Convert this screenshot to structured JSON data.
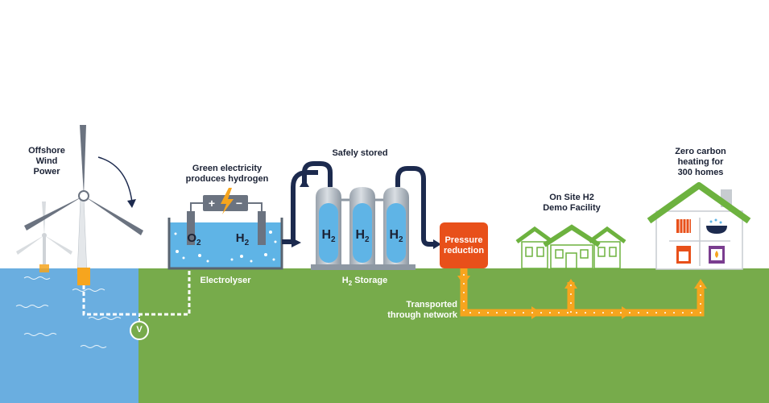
{
  "labels": {
    "wind": "Offshore\nWind\nPower",
    "green_electricity": "Green electricity\nproduces hydrogen",
    "electrolyser": "Electrolyser",
    "safely_stored": "Safely stored",
    "h2_storage": "H",
    "h2_storage_sub": "2",
    "h2_storage_suffix": " Storage",
    "pressure_reduction": "Pressure\nreduction",
    "demo_facility": "On Site H2\nDemo Facility",
    "zero_carbon": "Zero carbon\nheating for\n300 homes",
    "transported": "Transported\nthrough network",
    "valve": "V"
  },
  "chem": {
    "o2": "O",
    "o2_sub": "2",
    "h2": "H",
    "h2_sub": "2",
    "plus": "+",
    "minus": "−"
  },
  "colors": {
    "sea": "#6aaee0",
    "grass": "#77ab4b",
    "navy": "#1c2a4e",
    "orange": "#f6a51e",
    "pressure_box": "#e8501a",
    "house_roof": "#6db23f",
    "water": "#5fb4e6",
    "tank": "#b8c0c8"
  },
  "icons": [
    "wind-turbine-icon",
    "battery-icon",
    "lightning-icon",
    "gas-tank-icon",
    "house-icon",
    "radiator-icon",
    "bath-icon",
    "oven-icon",
    "boiler-icon",
    "valve-icon"
  ]
}
